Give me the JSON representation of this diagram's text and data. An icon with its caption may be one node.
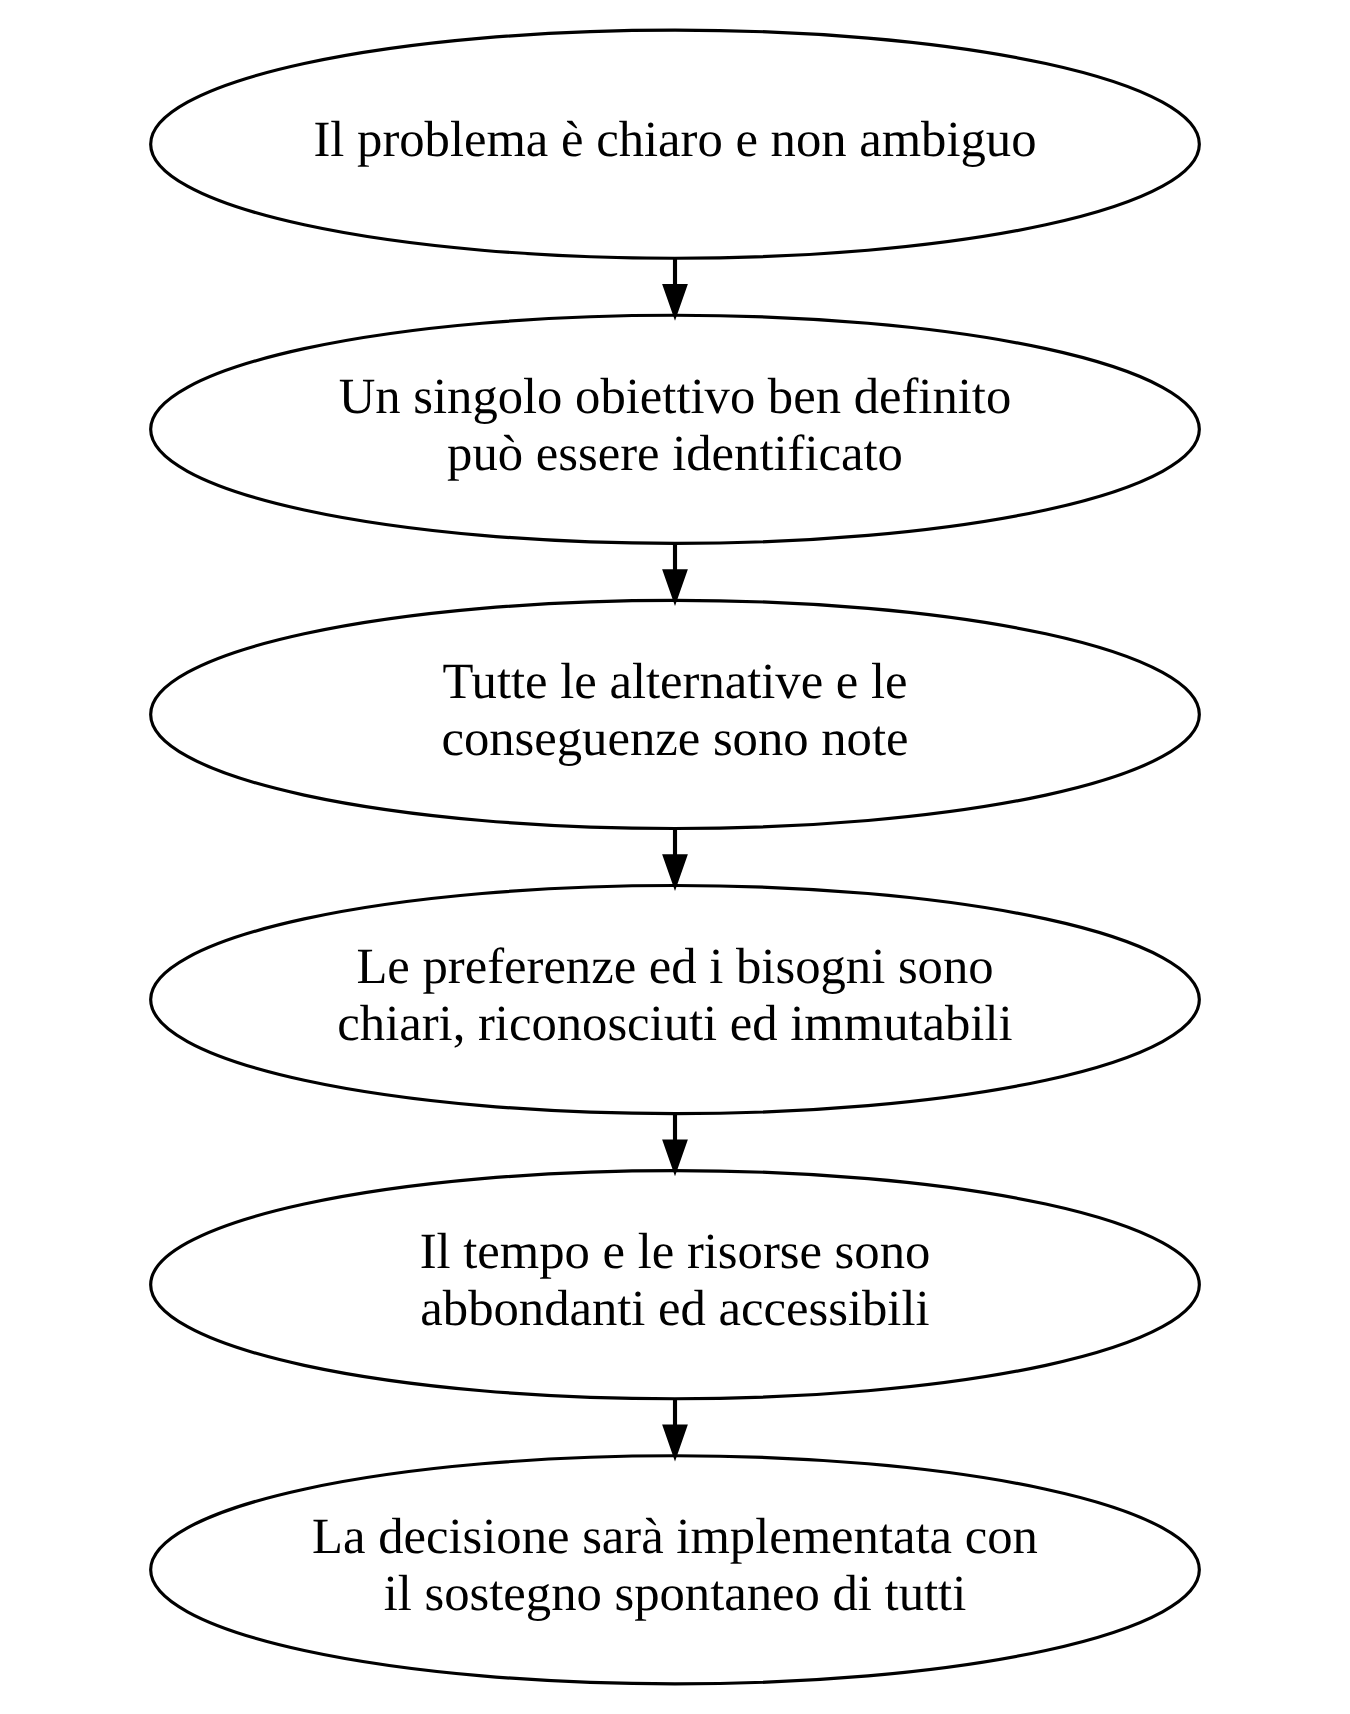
{
  "diagram": {
    "nodes": [
      {
        "text": [
          "Il problema è chiaro e non ambiguo"
        ]
      },
      {
        "text": [
          "Un singolo obiettivo ben definito può essere identificato"
        ]
      },
      {
        "text": [
          "Tutte le alternative e le conseguenze sono note"
        ]
      },
      {
        "text": [
          "Le preferenze ed i bisogni sono chiari, riconosciuti ed immutabili"
        ]
      },
      {
        "text": [
          "Il tempo e le risorse sono abbondanti ed accessibili"
        ]
      },
      {
        "text": [
          "La decisione sarà implementata con il sostegno spontaneo di tutti"
        ]
      }
    ],
    "edges": [
      {
        "from": 0,
        "to": 1,
        "arrow": "to"
      },
      {
        "from": 1,
        "to": 2,
        "arrow": "to"
      },
      {
        "from": 2,
        "to": 3,
        "arrow": "to"
      },
      {
        "from": 3,
        "to": 4,
        "arrow": "to"
      },
      {
        "from": 4,
        "to": 5,
        "arrow": "to"
      }
    ]
  }
}
